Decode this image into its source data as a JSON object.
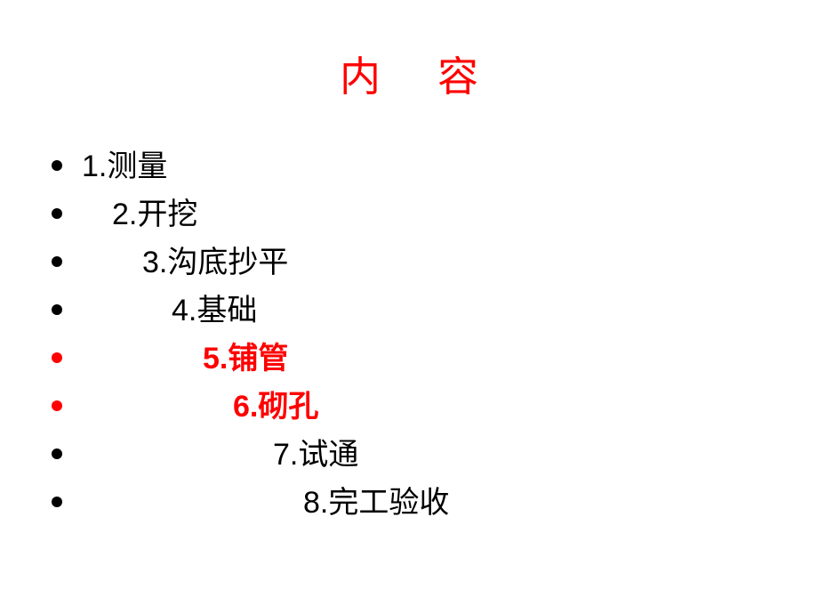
{
  "slide": {
    "title_parts": [
      "内",
      "容"
    ],
    "items": [
      {
        "label": "1.测量",
        "indent": 92,
        "highlight": false
      },
      {
        "label": "2.开挖",
        "indent": 126,
        "highlight": false
      },
      {
        "label": "3.沟底抄平",
        "indent": 160,
        "highlight": false
      },
      {
        "label": "4.基础",
        "indent": 193,
        "highlight": false
      },
      {
        "label": "5.铺管",
        "indent": 228,
        "highlight": true
      },
      {
        "label": "6.砌孔",
        "indent": 262,
        "highlight": true
      },
      {
        "label": "7.试通",
        "indent": 307,
        "highlight": false
      },
      {
        "label": "8.完工验收",
        "indent": 341,
        "highlight": false
      }
    ],
    "colors": {
      "title": "#ff0000",
      "highlight": "#ff0000",
      "text": "#000000",
      "background": "#ffffff"
    }
  }
}
